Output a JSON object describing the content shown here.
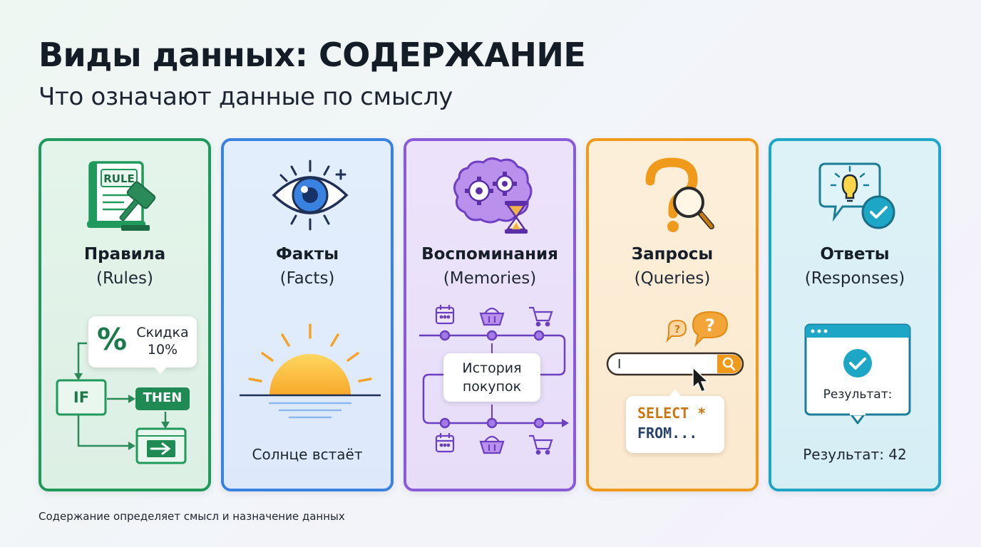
{
  "title": "Виды данных: СОДЕРЖАНИЕ",
  "subtitle": "Что означают данные по смыслу",
  "footer": "Содержание определяет смысл и назначение данных",
  "colors": {
    "rules": "#1f9a5c",
    "facts": "#3a82e0",
    "memories": "#8a5bd8",
    "queries": "#f09a1c",
    "responses": "#1ea6c7"
  },
  "cards": [
    {
      "id": "rules",
      "title": "Правила",
      "subtitle": "(Rules)",
      "icon": "rulebook-gavel-icon",
      "book_label": "RULE",
      "discount_symbol": "%",
      "discount_line1": "Скидка",
      "discount_line2": "10%",
      "if_label": "IF",
      "then_label": "THEN",
      "action_icon": "arrow-right-icon"
    },
    {
      "id": "facts",
      "title": "Факты",
      "subtitle": "(Facts)",
      "icon": "eye-icon",
      "illustration": "sunrise-icon",
      "caption": "Солнце встаёт"
    },
    {
      "id": "memories",
      "title": "Воспоминания",
      "subtitle": "(Memories)",
      "icon": "brain-gears-hourglass-icon",
      "timeline_icons": [
        "calendar-icon",
        "basket-icon",
        "cart-icon"
      ],
      "bubble_line1": "История",
      "bubble_line2": "покупок"
    },
    {
      "id": "queries",
      "title": "Запросы",
      "subtitle": "(Queries)",
      "icon": "question-magnifier-icon",
      "search_value": "I",
      "code_line1": "SELECT *",
      "code_line2": "FROM..."
    },
    {
      "id": "responses",
      "title": "Ответы",
      "subtitle": "(Responses)",
      "icon": "lightbulb-check-icon",
      "window_label": "Результат:",
      "result": "Результат: 42"
    }
  ]
}
